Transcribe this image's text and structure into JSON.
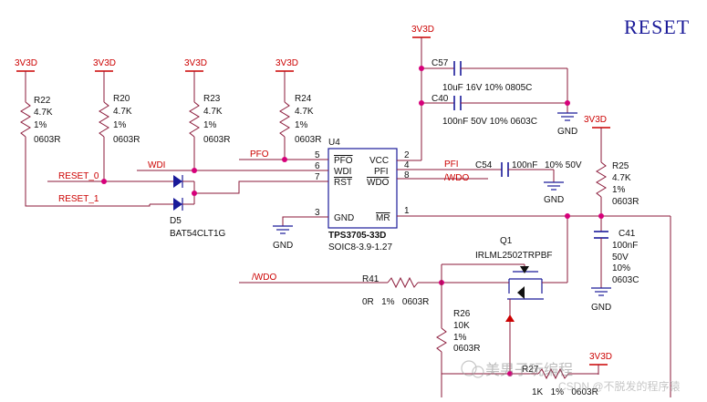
{
  "title": "RESET",
  "power_labels": {
    "p1": "3V3D",
    "p2": "3V3D",
    "p3": "3V3D",
    "p4": "3V3D",
    "p5": "3V3D",
    "p6": "3V3D",
    "p7": "3V3D"
  },
  "gnd_label": "GND",
  "resistors": {
    "r22": {
      "ref": "R22",
      "value": "4.7K",
      "tol": "1%",
      "pkg": "0603R"
    },
    "r20": {
      "ref": "R20",
      "value": "4.7K",
      "tol": "1%",
      "pkg": "0603R"
    },
    "r23": {
      "ref": "R23",
      "value": "4.7K",
      "tol": "1%",
      "pkg": "0603R"
    },
    "r24": {
      "ref": "R24",
      "value": "4.7K",
      "tol": "1%",
      "pkg": "0603R"
    },
    "r25": {
      "ref": "R25",
      "value": "4.7K",
      "tol": "1%",
      "pkg": "0603R"
    },
    "r41": {
      "ref": "R41",
      "line": "0R   1%   0603R"
    },
    "r26": {
      "ref": "R26",
      "value": "10K",
      "tol": "1%",
      "pkg": "0603R"
    },
    "r27": {
      "ref": "R27",
      "line": "1K   1%   0603R"
    }
  },
  "capacitors": {
    "c57": {
      "ref": "C57",
      "line": "10uF   16V  10% 0805C"
    },
    "c40": {
      "ref": "C40",
      "line": "100nF  50V  10% 0603C"
    },
    "c54": {
      "ref": "C54",
      "value": "100nF",
      "line": "10% 50V"
    },
    "c41": {
      "ref": "C41",
      "value": "100nF",
      "v": "50V",
      "tol": "10%",
      "pkg": "0603C"
    }
  },
  "nets": {
    "reset0": "RESET_0",
    "reset1": "RESET_1",
    "wdi": "WDI",
    "pfo": "PFO",
    "pfi": "PFI",
    "wdo": "/WDO",
    "wdo2": "/WDO"
  },
  "ic": {
    "ref": "U4",
    "part": "TPS3705-33D",
    "pkg": "SOIC8-3.9-1.27",
    "pins_left": [
      {
        "name": "PFO",
        "num": "5"
      },
      {
        "name": "WDI",
        "num": "6"
      },
      {
        "name": "RST",
        "num": "7"
      },
      {
        "name": "GND",
        "num": "3"
      }
    ],
    "pins_right": [
      {
        "name": "VCC",
        "num": "2"
      },
      {
        "name": "PFI",
        "num": "4"
      },
      {
        "name": "WDO",
        "num": "8"
      },
      {
        "name": "MR",
        "num": "1"
      }
    ]
  },
  "diode": {
    "ref": "D5",
    "part": "BAT54CLT1G"
  },
  "mosfet": {
    "ref": "Q1",
    "part": "IRLML2502TRPBF"
  },
  "watermark": {
    "brand": "美男子玩编程",
    "sub": "CSDN @不脱发的程序猿"
  }
}
